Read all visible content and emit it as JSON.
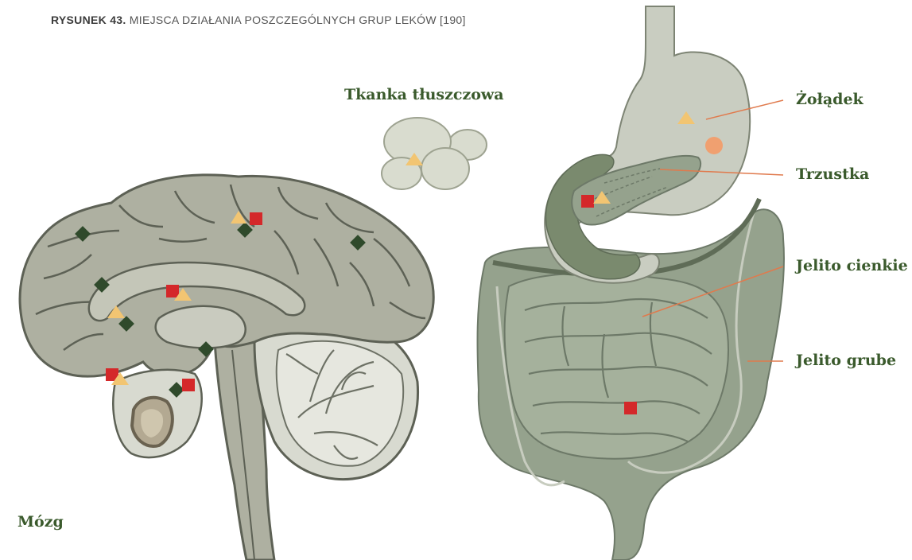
{
  "caption": {
    "bold": "RYSUNEK 43.",
    "text": "MIEJSCA DZIAŁANIA POSZCZEGÓLNYCH GRUP LEKÓW [190]"
  },
  "labels": {
    "adipose": "Tkanka tłuszczowa",
    "stomach": "Żołądek",
    "pancreas": "Trzustka",
    "small_intestine": "Jelito cienkie",
    "large_intestine": "Jelito grube",
    "brain": "Mózg"
  },
  "colors": {
    "label": "#3a5a2c",
    "diamond": "#2f4a2b",
    "square": "#d4282a",
    "triangle": "#f2c572",
    "circle": "#f0a070",
    "pointer": "#e07a4d",
    "brain_fill": "#aeb0a1",
    "gut_fill": "#95a28d",
    "stomach_fill": "#c9cdc1"
  },
  "markers": {
    "diamond": "diamond-marker",
    "square": "square-marker",
    "triangle": "triangle-marker",
    "circle": "circle-marker"
  }
}
